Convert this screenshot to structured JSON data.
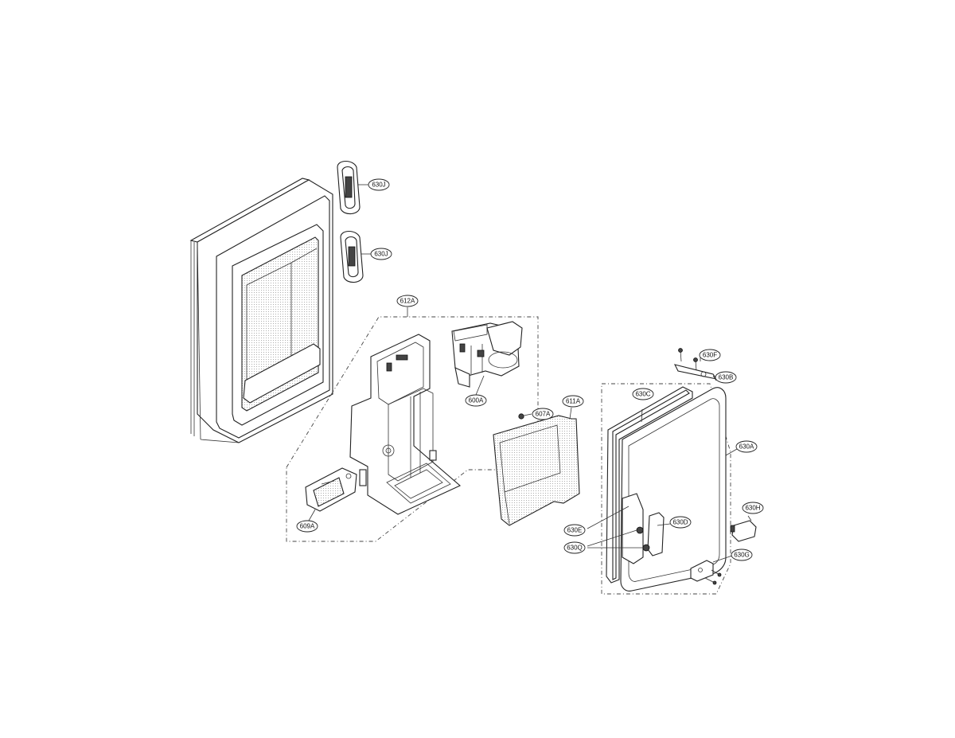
{
  "callouts": {
    "c630J_top": "630J",
    "c630J_mid": "630J",
    "c612A": "612A",
    "c600A": "600A",
    "c607A": "607A",
    "c611A": "611A",
    "c609A": "609A",
    "c630F": "630F",
    "c630B": "630B",
    "c630C": "630C",
    "c630A": "630A",
    "c630H": "630H",
    "c630D": "630D",
    "c630E": "630E",
    "c630Q": "630Q",
    "c630G": "630G"
  }
}
